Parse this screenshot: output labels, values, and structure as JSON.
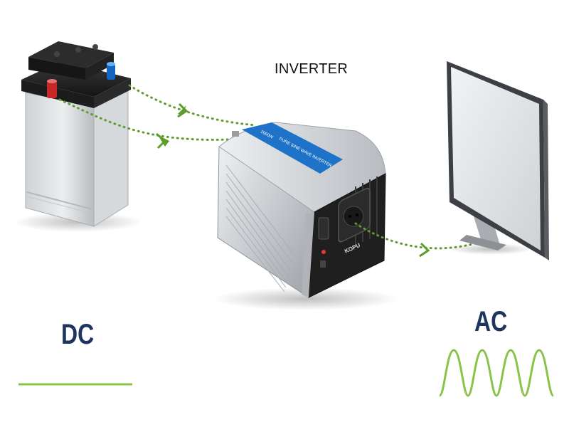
{
  "diagram": {
    "title": "INVERTER",
    "dc_label": "DC",
    "ac_label": "AC",
    "inverter_side_text": "PURE SINE WAVE INVERTER",
    "inverter_rating_text": "2000W",
    "inverter_brand_text": "KOPU"
  },
  "colors": {
    "accent_blue": "#1e73c8",
    "label_navy": "#1f3560",
    "wave_green": "#8bc34a",
    "flow_green": "#5f9c2e"
  },
  "icons": [
    "battery",
    "inverter",
    "monitor",
    "flow-arrow",
    "dc-line",
    "ac-sine-wave"
  ]
}
